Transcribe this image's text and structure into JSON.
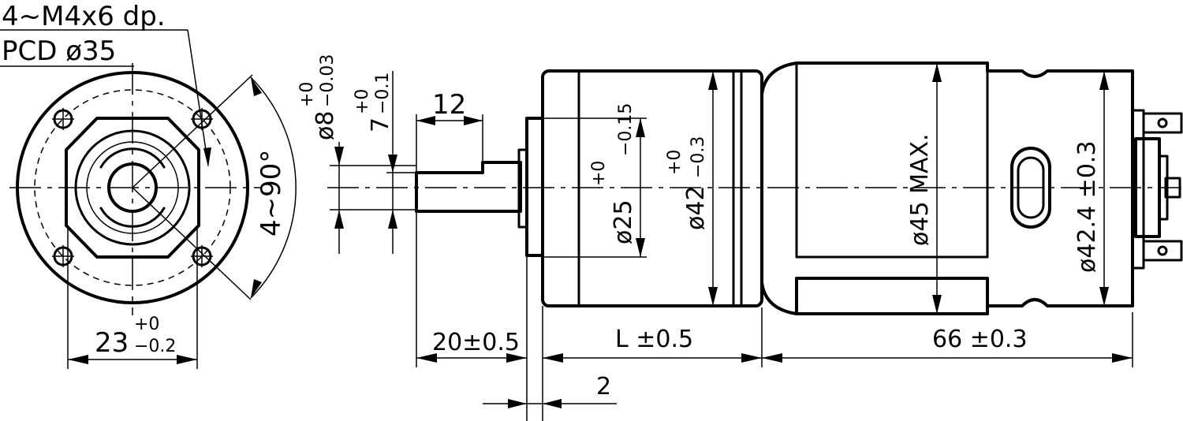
{
  "front_view": {
    "callout_hole_spec": "4~M4x6 dp.",
    "callout_pcd": "PCD ø35",
    "angle_label": "4~90°",
    "pilot_diameter": {
      "nominal": "23",
      "upper_tol": "+0",
      "lower_tol": "−0.2"
    }
  },
  "side_view": {
    "shaft_length": "12",
    "shaft_diameter": {
      "nominal": "ø8",
      "upper_tol": "+0",
      "lower_tol": "−0.03"
    },
    "flat_height": {
      "nominal": "7",
      "upper_tol": "+0",
      "lower_tol": "−0.1"
    },
    "pilot_diameter": {
      "nominal": "ø25",
      "upper_tol": "+0",
      "lower_tol": "−0.15"
    },
    "gearbox_diameter": {
      "nominal": "ø42",
      "upper_tol": "+0",
      "lower_tol": "−0.3"
    },
    "motor_diameter": "ø45  MAX.",
    "rear_diameter": "ø42.4 ±0.3",
    "shaft_extension": "20±0.5",
    "gearbox_length": "L ±0.5",
    "motor_length": "66 ±0.3",
    "flange_thickness": "2"
  }
}
